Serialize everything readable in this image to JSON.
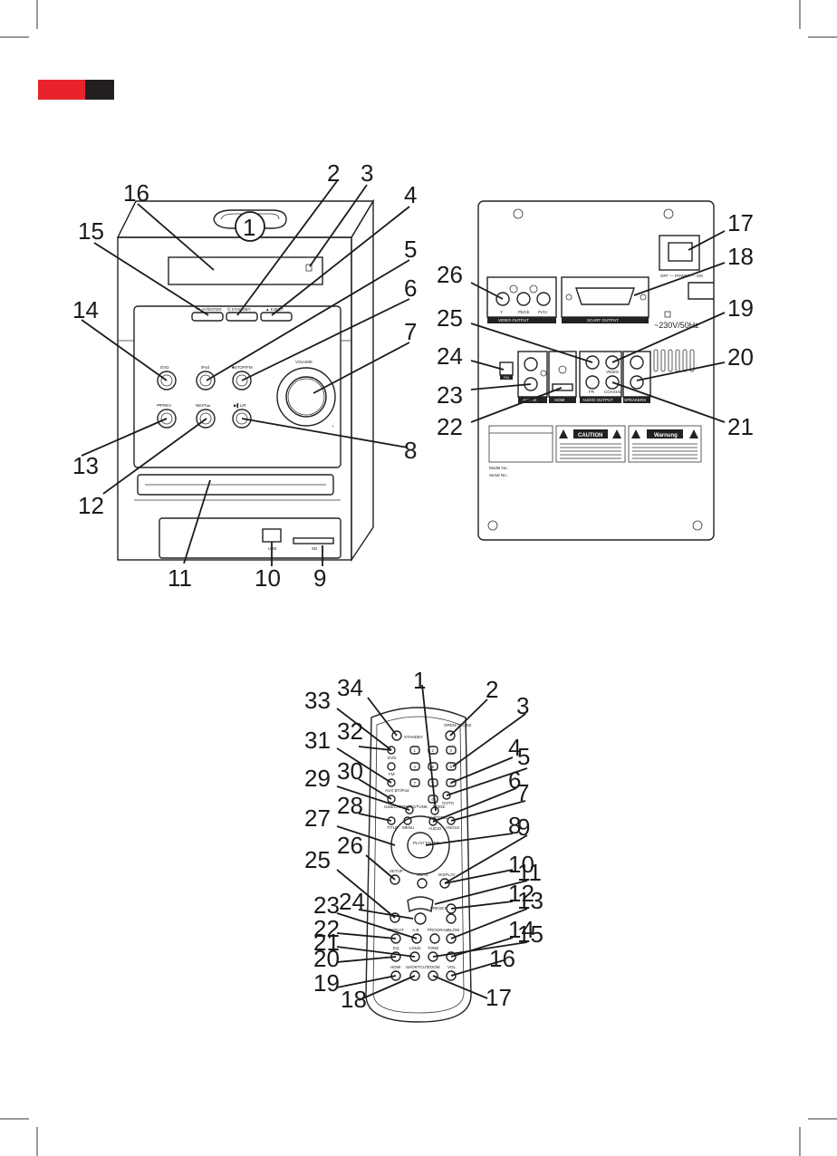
{
  "header": {
    "accent_red": "#e8242a",
    "accent_dark": "#231f20"
  },
  "front_unit": {
    "labels": {
      "play_enter": "PLAY/ENTER",
      "standby": "⏻ STANDBY",
      "eject": "▲ EJECT",
      "dvd": "DVD",
      "ipod": "iPod",
      "stop_fm": "■STOP/FM",
      "volume": "VOLUME",
      "prev": "⏮PREV",
      "next": "NEXT⏭",
      "play_lr": "▶▌L/R",
      "usb": "USB",
      "sd": "SD",
      "minus": "-",
      "plus": "+"
    },
    "callouts": [
      "1",
      "2",
      "3",
      "4",
      "5",
      "6",
      "7",
      "8",
      "9",
      "10",
      "11",
      "12",
      "13",
      "14",
      "15",
      "16"
    ]
  },
  "rear_unit": {
    "labels": {
      "power": "OFF — POWER — ON",
      "video_output": "VIDEO OUTPUT",
      "scart_output": "SCART OUTPUT",
      "y": "Y",
      "pb_cb": "Pb/Cb",
      "pr_cr": "Pr/Cr",
      "voltage": "~230V/50Hz",
      "fm": "FM",
      "aux_in": "AUX IN",
      "hdmi": "HDMI",
      "audio_output": "AUDIO OUTPUT",
      "speakers": "SPEAKERS",
      "video": "VIDEO",
      "coaxial": "COAXIAL",
      "fr": "FR",
      "caution": "CAUTION",
      "warnung": "Warnung",
      "serial": "Serial No.:",
      "model": "Model No.:"
    },
    "callouts": [
      "17",
      "18",
      "19",
      "20",
      "21",
      "22",
      "23",
      "24",
      "25",
      "26"
    ]
  },
  "remote": {
    "labels": {
      "standby": "STANDBY",
      "open_close": "OPEN/ CLOSE",
      "dvd": "DVD",
      "fm": "FM",
      "aux_bt_ipod": "AUX BT/iPod",
      "usb_card": "USB/CARD",
      "auto_tune": "AUTO/TUNE",
      "menu": "MENU",
      "title": "TITLE",
      "subtitle": "SUBTITLE",
      "goto": "GOTO",
      "mode": "MODE",
      "audio": "AUDIO",
      "angle": "ANGLE",
      "play_enter": "PLAY/ ENTER",
      "setup": "SETUP",
      "mute": "MUTE",
      "display": "DISPLAY",
      "preset": "PRESET",
      "repeat": "REPEAT",
      "a_b": "A-B",
      "program": "PROGRAM",
      "slow": "SLOW",
      "eq": "EQ",
      "loud": "LOUD",
      "tone": "TONE",
      "hdmi": "HDMI",
      "shortcut": "SHORTCUT",
      "zoom": "ZOOM",
      "vol": "VOL"
    },
    "digits": [
      "1",
      "2",
      "3",
      "4",
      "5",
      "6",
      "7",
      "8",
      "9",
      "0"
    ],
    "callouts": [
      "1",
      "2",
      "3",
      "4",
      "5",
      "6",
      "7",
      "8",
      "9",
      "10",
      "11",
      "12",
      "13",
      "14",
      "15",
      "16",
      "17",
      "18",
      "19",
      "20",
      "21",
      "22",
      "23",
      "24",
      "25",
      "26",
      "27",
      "28",
      "29",
      "30",
      "31",
      "32",
      "33",
      "34"
    ]
  }
}
